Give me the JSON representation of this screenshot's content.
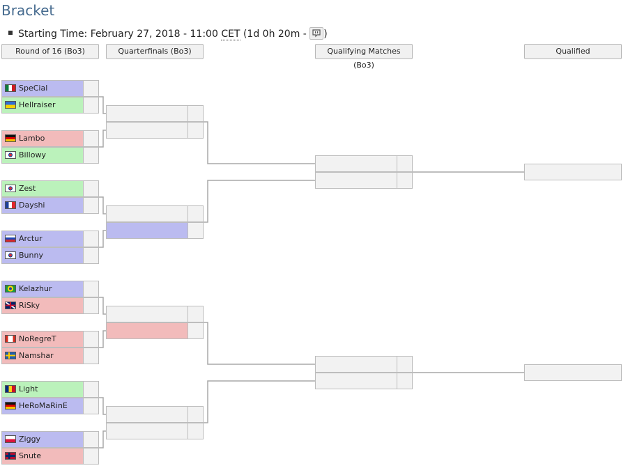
{
  "page": {
    "title": "Bracket",
    "start_label": "Starting Time: February 27, 2018 - 11:00 ",
    "timezone": "CET",
    "countdown": " (1d 0h 20m - ",
    "countdown_close": ")",
    "stream_icon": "twitch-chat-icon"
  },
  "headers": [
    "Round of 16 (Bo3)",
    "Quarterfinals (Bo3)",
    "Qualifying Matches (Bo3)",
    "Qualified"
  ],
  "colors": {
    "title": "#466b8f",
    "blue_slot": "#bbbbf0",
    "green_slot": "#bbf2bb",
    "red_slot": "#f2bbbb",
    "empty_slot": "#f2f2f2",
    "connector": "#a8a8a8"
  },
  "round_of_16": [
    {
      "name": "SpeCial",
      "flag": "mx-flag-icon",
      "color": "blue"
    },
    {
      "name": "Hellraiser",
      "flag": "ua-flag-icon",
      "color": "green"
    },
    {
      "name": "Lambo",
      "flag": "de-flag-icon",
      "color": "red"
    },
    {
      "name": "Billowy",
      "flag": "kr-flag-icon",
      "color": "green"
    },
    {
      "name": "Zest",
      "flag": "kr-flag-icon",
      "color": "green"
    },
    {
      "name": "Dayshi",
      "flag": "fr-flag-icon",
      "color": "blue"
    },
    {
      "name": "Arctur",
      "flag": "ru-flag-icon",
      "color": "blue"
    },
    {
      "name": "Bunny",
      "flag": "kr-flag-icon",
      "color": "blue"
    },
    {
      "name": "Kelazhur",
      "flag": "br-flag-icon",
      "color": "blue"
    },
    {
      "name": "RiSky",
      "flag": "gb-flag-icon",
      "color": "red"
    },
    {
      "name": "NoRegreT",
      "flag": "ca-flag-icon",
      "color": "red"
    },
    {
      "name": "Namshar",
      "flag": "se-flag-icon",
      "color": "red"
    },
    {
      "name": "Light",
      "flag": "ro-flag-icon",
      "color": "green"
    },
    {
      "name": "HeRoMaRinE",
      "flag": "de-flag-icon",
      "color": "blue"
    },
    {
      "name": "Ziggy",
      "flag": "pl-flag-icon",
      "color": "blue"
    },
    {
      "name": "Snute",
      "flag": "no-flag-icon",
      "color": "red"
    }
  ],
  "quarterfinals": [
    "empty",
    "empty",
    "empty",
    "blue",
    "empty",
    "red",
    "empty",
    "empty"
  ],
  "qualifying": [
    "empty",
    "empty",
    "empty",
    "empty"
  ],
  "qualified": [
    "empty",
    "empty"
  ]
}
